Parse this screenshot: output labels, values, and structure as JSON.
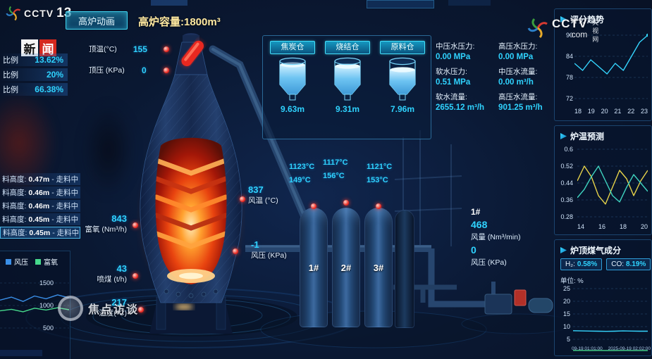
{
  "branding": {
    "cctv": "CCTV",
    "channel_number": "13",
    "news_badge": [
      "新",
      "闻"
    ],
    "watermark_cctv": "CCTV",
    "watermark_com": "·com",
    "watermark_cntv": "央视网",
    "watermark_program": "焦点访谈"
  },
  "header": {
    "tab": "高炉动画",
    "capacity": "高炉容量:1800m³"
  },
  "ratio_panel": {
    "rows": [
      {
        "label": "比例",
        "value": "13.62%"
      },
      {
        "label": "比例",
        "value": "20%"
      },
      {
        "label": "比例",
        "value": "66.38%"
      }
    ]
  },
  "level_panel": {
    "rows": [
      {
        "label": "料高度:",
        "value": "0.47m",
        "status": "- 走料中"
      },
      {
        "label": "料高度:",
        "value": "0.46m",
        "status": "- 走料中"
      },
      {
        "label": "料高度:",
        "value": "0.46m",
        "status": "- 走料中"
      },
      {
        "label": "料高度:",
        "value": "0.45m",
        "status": "- 走料中"
      },
      {
        "label": "料高度:",
        "value": "0.45m",
        "status": "- 走料中"
      }
    ]
  },
  "furnace": {
    "top_temp_label": "顶温(°C)",
    "top_temp_value": "155",
    "top_pressure_label": "顶压 (KPa)",
    "top_pressure_value": "0",
    "wind_temp_value": "837",
    "wind_temp_label": "风温 (°C)",
    "oxygen_value": "843",
    "oxygen_label": "富氧 (Nm³/h)",
    "wind_pressure_value": "-1",
    "wind_pressure_label": "风压 (KPa)",
    "coal_value": "43",
    "coal_label": "喷煤 (t/h)",
    "hm_temp_value": "217",
    "hm_temp_label": "温度(°C)"
  },
  "bins": {
    "items": [
      {
        "name": "焦炭仓",
        "level": "9.63m"
      },
      {
        "name": "烧结仓",
        "level": "9.31m"
      },
      {
        "name": "原料仓",
        "level": "7.96m"
      }
    ]
  },
  "water": {
    "left": [
      {
        "label": "中压水压力:",
        "value": "0.00 MPa"
      },
      {
        "label": "软水压力:",
        "value": "0.51 MPa"
      },
      {
        "label": "软水流量:",
        "value": "2655.12 m³/h"
      }
    ],
    "right": [
      {
        "label": "高压水压力:",
        "value": "0.00 MPa"
      },
      {
        "label": "中压水流量:",
        "value": "0.00 m³/h"
      },
      {
        "label": "高压水流量:",
        "value": "901.25 m³/h"
      }
    ]
  },
  "stoves": {
    "items": [
      {
        "name": "1#",
        "temp_dome": "1123°C",
        "temp_flue": "149°C"
      },
      {
        "name": "2#",
        "temp_dome": "1117°C",
        "temp_flue": "156°C"
      },
      {
        "name": "3#",
        "temp_dome": "1121°C",
        "temp_flue": "153°C"
      }
    ],
    "blast": {
      "name": "1#",
      "flow_value": "468",
      "flow_label": "风量 (Nm³/min)",
      "pressure_value": "0",
      "pressure_label": "风压 (KPa)"
    }
  },
  "blast_chart": {
    "legend": [
      {
        "label": "风压",
        "color": "#3a8fe8"
      },
      {
        "label": "富氧",
        "color": "#46d98c"
      }
    ],
    "y_ticks": [
      "1500",
      "1000",
      "500"
    ],
    "y_min": -110,
    "y_max": 1734,
    "series": [
      {
        "color": "#3a8fe8",
        "values": [
          1120,
          1185,
          1090,
          1210,
          1150,
          1235,
          1170
        ]
      },
      {
        "color": "#46d98c",
        "values": [
          880,
          915,
          860,
          940,
          900,
          950,
          905
        ]
      }
    ]
  },
  "charts": {
    "score": {
      "title": "评分趋势",
      "y_ticks": [
        "90",
        "84",
        "78",
        "72"
      ],
      "x_ticks": [
        "18",
        "19",
        "20",
        "21",
        "22",
        "23"
      ],
      "y_min": 71,
      "y_max": 91,
      "series": [
        {
          "color": "#35d6ff",
          "dot_last": true,
          "values": [
            82,
            80,
            83,
            81,
            79,
            82,
            80,
            84,
            88,
            90
          ]
        }
      ]
    },
    "temp_forecast": {
      "title": "炉温预测",
      "y_ticks": [
        "0.6",
        "0.52",
        "0.44",
        "0.36",
        "0.28"
      ],
      "x_ticks": [
        "14",
        "16",
        "18",
        "20"
      ],
      "y_min": 0.263,
      "y_max": 0.61,
      "series": [
        {
          "color": "#e6d24a",
          "values": [
            0.45,
            0.52,
            0.47,
            0.38,
            0.34,
            0.42,
            0.5,
            0.46,
            0.38,
            0.45,
            0.5
          ]
        },
        {
          "color": "#3fd4c0",
          "values": [
            0.37,
            0.41,
            0.47,
            0.52,
            0.45,
            0.38,
            0.35,
            0.42,
            0.48,
            0.44,
            0.4
          ]
        }
      ]
    },
    "top_gas": {
      "title": "炉顶煤气成分",
      "h2_label": "H₂:",
      "h2_value": "0.58%",
      "co_label": "CO:",
      "co_value": "8.19%",
      "unit": "单位: %",
      "y_ticks": [
        "25",
        "20",
        "15",
        "10",
        "5"
      ],
      "x_ticks": [
        "09-19 01:01:00",
        "2025-09-19 02:02:00"
      ],
      "y_min": -0.28,
      "y_max": 25.83,
      "series": [
        {
          "color": "#35d6ff",
          "values": [
            8.4,
            8.3,
            8.25,
            8.2,
            8.15,
            8.2,
            8.3,
            8.25,
            8.2,
            8.19
          ]
        },
        {
          "color": "#46d98c",
          "values": [
            0.62,
            0.6,
            0.58,
            0.6,
            0.59,
            0.58,
            0.6,
            0.58,
            0.58,
            0.58
          ]
        }
      ]
    }
  }
}
